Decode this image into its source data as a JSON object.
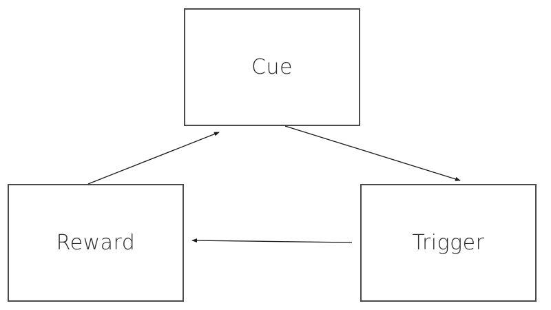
{
  "diagram": {
    "nodes": [
      {
        "id": "cue",
        "label": "Cue"
      },
      {
        "id": "trigger",
        "label": "Trigger"
      },
      {
        "id": "reward",
        "label": "Reward"
      }
    ],
    "edges": [
      {
        "from": "cue",
        "to": "trigger"
      },
      {
        "from": "trigger",
        "to": "reward"
      },
      {
        "from": "reward",
        "to": "cue"
      }
    ],
    "colors": {
      "box_border": "#4a4a4a",
      "arrow": "#1a1a1a",
      "text": "#2a2a2a",
      "background": "#ffffff"
    }
  }
}
